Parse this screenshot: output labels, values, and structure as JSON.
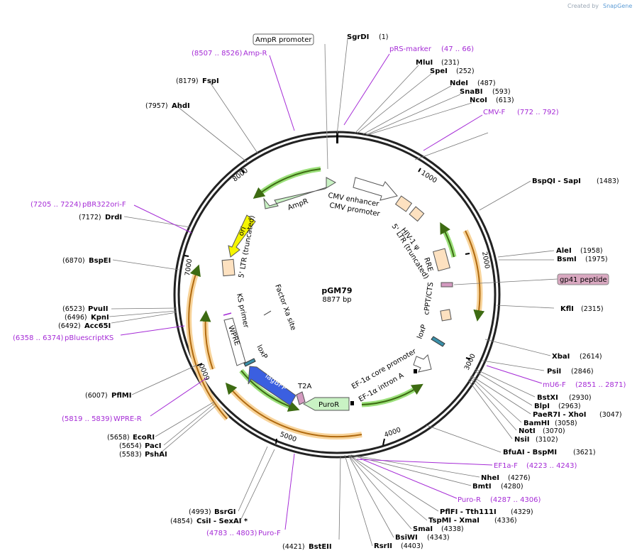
{
  "plasmid": {
    "name": "pGM79",
    "size_label": "8877 bp"
  },
  "branding": {
    "created_by": "Created by",
    "app": "SnapGene"
  },
  "ticks": [
    "1000",
    "2000",
    "3000",
    "4000",
    "5000",
    "6000",
    "7000",
    "8000"
  ],
  "enzymes": {
    "sgrdi": {
      "name": "SgrDI",
      "pos": "(1)"
    },
    "mlui": {
      "name": "MluI",
      "pos": "(231)"
    },
    "spei": {
      "name": "SpeI",
      "pos": "(252)"
    },
    "ndei": {
      "name": "NdeI",
      "pos": "(487)"
    },
    "snabi": {
      "name": "SnaBI",
      "pos": "(593)"
    },
    "ncoi": {
      "name": "NcoI",
      "pos": "(613)"
    },
    "bspqi_sapi": {
      "name": "BspQI  - SapI",
      "pos": "(1483)"
    },
    "alei": {
      "name": "AleI",
      "pos": "(1958)"
    },
    "bsmi": {
      "name": "BsmI",
      "pos": "(1975)"
    },
    "kfli": {
      "name": "KflI",
      "pos": "(2315)"
    },
    "xbai": {
      "name": "XbaI",
      "pos": "(2614)"
    },
    "psii": {
      "name": "PsiI",
      "pos": "(2846)"
    },
    "bstxi": {
      "name": "BstXI",
      "pos": "(2930)"
    },
    "blpi": {
      "name": "BlpI",
      "pos": "(2963)"
    },
    "paer7i_xhoi": {
      "name": "PaeR7I  - XhoI",
      "pos": "(3047)"
    },
    "bamhi": {
      "name": "BamHI",
      "pos": "(3058)"
    },
    "noti": {
      "name": "NotI",
      "pos": "(3070)"
    },
    "nsii": {
      "name": "NsiI",
      "pos": "(3102)"
    },
    "bfuai_bspmi": {
      "name": "BfuAI  - BspMI",
      "pos": "(3621)"
    },
    "nhei": {
      "name": "NheI",
      "pos": "(4276)"
    },
    "bmti": {
      "name": "BmtI",
      "pos": "(4280)"
    },
    "pflfi_tth111i": {
      "name": "PflFI  - Tth111I",
      "pos": "(4329)"
    },
    "tspmi_xmai": {
      "name": "TspMI  - XmaI",
      "pos": "(4336)"
    },
    "smai": {
      "name": "SmaI",
      "pos": "(4338)"
    },
    "bsiwi": {
      "name": "BsiWI",
      "pos": "(4343)"
    },
    "rsrii": {
      "name": "RsrII",
      "pos": "(4403)"
    },
    "bsteii": {
      "name": "BstEII",
      "pos": "(4421)"
    },
    "csii_sexai": {
      "name": "CsiI  - SexAI *",
      "pos": "(4854)"
    },
    "bsrgi": {
      "name": "BsrGI",
      "pos": "(4993)"
    },
    "pshai": {
      "name": "PshAI",
      "pos": "(5583)"
    },
    "paci": {
      "name": "PacI",
      "pos": "(5654)"
    },
    "ecori": {
      "name": "EcoRI",
      "pos": "(5658)"
    },
    "pflmi": {
      "name": "PflMI",
      "pos": "(6007)"
    },
    "acc65i": {
      "name": "Acc65I",
      "pos": "(6492)"
    },
    "kpni": {
      "name": "KpnI",
      "pos": "(6496)"
    },
    "pvuii": {
      "name": "PvuII",
      "pos": "(6523)"
    },
    "bspei": {
      "name": "BspEI",
      "pos": "(6870)"
    },
    "drdi": {
      "name": "DrdI",
      "pos": "(7172)"
    },
    "ahdi": {
      "name": "AhdI",
      "pos": "(7957)"
    },
    "fspi": {
      "name": "FspI",
      "pos": "(8179)"
    }
  },
  "primers": {
    "prs_marker": {
      "name": "pRS-marker",
      "range": "(47 .. 66)"
    },
    "cmv_f": {
      "name": "CMV-F",
      "range": "(772 .. 792)"
    },
    "mu6_f": {
      "name": "mU6-F",
      "range": "(2851 .. 2871)"
    },
    "ef1a_f": {
      "name": "EF1a-F",
      "range": "(4223 .. 4243)"
    },
    "puro_r": {
      "name": "Puro-R",
      "range": "(4287 .. 4306)"
    },
    "puro_f": {
      "name": "Puro-F",
      "range": "(4783 .. 4803)"
    },
    "wpre_r": {
      "name": "WPRE-R",
      "range": "(5819 .. 5839)"
    },
    "pbluescriptks": {
      "name": "pBluescriptKS",
      "range": "(6358 .. 6374)"
    },
    "pbr322ori_f": {
      "name": "pBR322ori-F",
      "range": "(7205 .. 7224)"
    },
    "amp_r": {
      "name": "Amp-R",
      "range": "(8507 .. 8526)"
    }
  },
  "callouts": {
    "ampr_promoter": "AmpR promoter",
    "gp41": "gp41 peptide"
  },
  "features": {
    "cmv_enhancer": "CMV enhancer",
    "cmv_promoter": "CMV promoter",
    "hiv_psi": "HIV-1 ψ",
    "ltr5_right": "5' LTR (truncated)",
    "rre": "RRE",
    "cppt": "cPPT/CTS",
    "loxp_right": "loxP",
    "ef1a_core": "EF-1α core promoter",
    "ef1a_intron": "EF-1α intron A",
    "puror": "PuroR",
    "t2a": "T2A",
    "tagbfp": "TagBFP",
    "loxp_left": "loxP",
    "wpre": "WPRE",
    "ks_primer": "KS primer",
    "factor_xa": "Factor Xa site",
    "ltr5_left": "5' LTR (truncated)",
    "ori": "ori",
    "ampr": "AmpR"
  }
}
